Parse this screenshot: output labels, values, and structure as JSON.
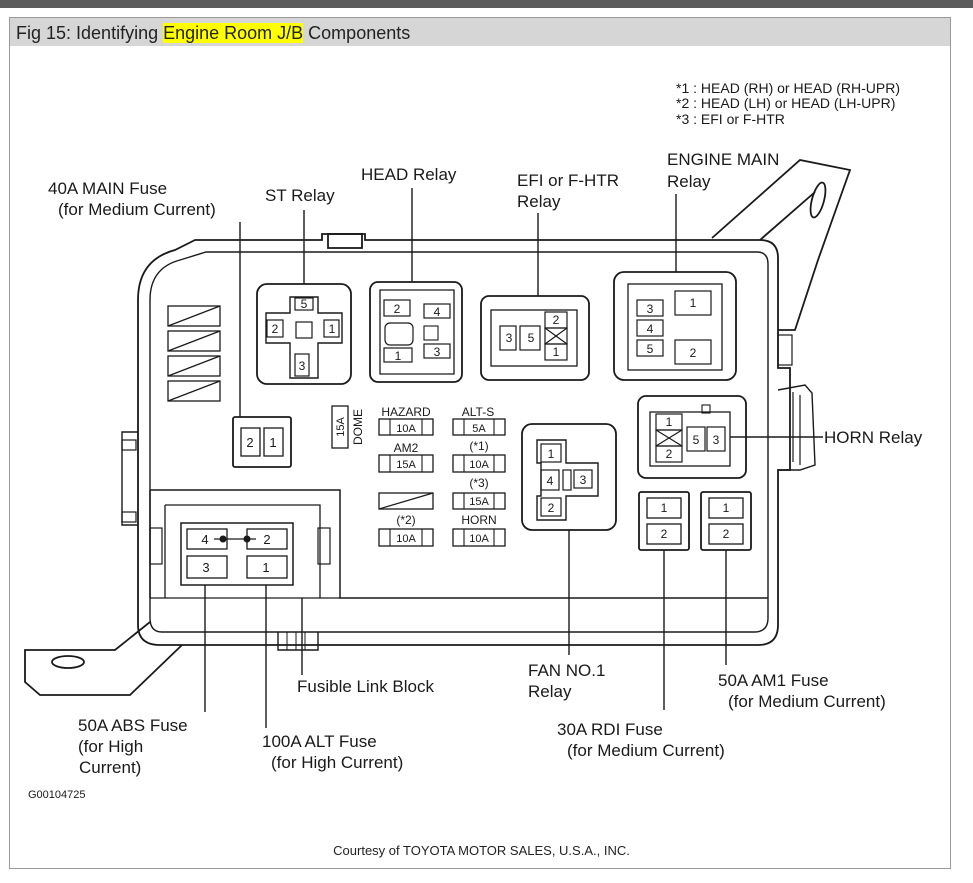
{
  "title": {
    "prefix": "Fig 15: Identifying ",
    "highlight": "Engine Room J/B",
    "suffix": " Components"
  },
  "colors": {
    "highlight": "#ffff00",
    "titlebar": "#d6d6d6",
    "line": "#1a1a1a"
  },
  "notes": [
    "*1 : HEAD (RH) or HEAD (RH-UPR)",
    "*2 : HEAD (LH) or HEAD (LH-UPR)",
    "*3 : EFI or F-HTR"
  ],
  "callouts": {
    "main_fuse": [
      "40A MAIN Fuse",
      "(for Medium Current)"
    ],
    "st_relay": [
      "ST Relay"
    ],
    "head_relay": [
      "HEAD Relay"
    ],
    "efi_relay": [
      "EFI or F-HTR",
      "Relay"
    ],
    "engine_main_relay": [
      "ENGINE MAIN",
      "Relay"
    ],
    "horn_relay": [
      "HORN Relay"
    ],
    "fusible_link": [
      "Fusible Link Block"
    ],
    "fan_relay": [
      "FAN NO.1",
      "Relay"
    ],
    "am1_fuse": [
      "50A AM1 Fuse",
      "(for Medium Current)"
    ],
    "rdi_fuse": [
      "30A RDI Fuse",
      "(for Medium Current)"
    ],
    "alt_fuse": [
      "100A ALT Fuse",
      "(for High Current)"
    ],
    "abs_fuse": [
      "50A ABS Fuse",
      "(for High",
      "Current)"
    ]
  },
  "fuses": {
    "dome": {
      "label": "DOME",
      "rating": "15A"
    },
    "hazard": {
      "label": "HAZARD",
      "rating": "10A"
    },
    "alt_s": {
      "label": "ALT-S",
      "rating": "5A"
    },
    "am2": {
      "label": "AM2",
      "rating": "15A"
    },
    "star1": {
      "label": "(*1)",
      "rating": "10A"
    },
    "star3": {
      "label": "(*3)",
      "rating": "15A"
    },
    "star2": {
      "label": "(*2)",
      "rating": "10A"
    },
    "horn": {
      "label": "HORN",
      "rating": "10A"
    }
  },
  "pins": {
    "main_fuse": [
      "2",
      "1"
    ],
    "st_relay": [
      "5",
      "2",
      "1",
      "3"
    ],
    "head_relay": [
      "2",
      "4",
      "1",
      "3"
    ],
    "efi_relay": [
      "3",
      "5",
      "2",
      "1"
    ],
    "engine_main_relay": [
      "3",
      "4",
      "5",
      "1",
      "2"
    ],
    "horn_relay": [
      "1",
      "2",
      "5",
      "3"
    ],
    "fan_relay": [
      "1",
      "4",
      "3",
      "2"
    ],
    "rdi_fuse": [
      "1",
      "2"
    ],
    "am1_fuse": [
      "1",
      "2"
    ],
    "fusible_link": [
      "4",
      "2",
      "3",
      "1"
    ]
  },
  "figure_code": "G00104725",
  "courtesy": "Courtesy of TOYOTA MOTOR SALES, U.S.A., INC."
}
